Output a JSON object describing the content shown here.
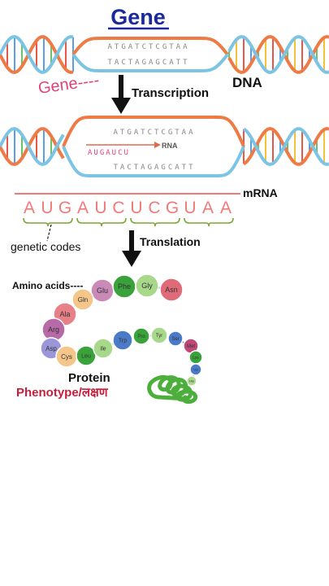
{
  "title": "Gene",
  "labels": {
    "gene": "Gene----",
    "dna": "DNA",
    "transcription": "Transcription",
    "rna": "RNA",
    "mrna": "mRNA",
    "genetic_codes": "genetic codes",
    "translation": "Translation",
    "amino_acids": "Amino acids----",
    "protein": "Protein",
    "phenotype": "Phenotype/लक्षण"
  },
  "dna_top_strand": "ATGATCTCGTAA",
  "dna_bottom_strand": "TACTAGAGCATT",
  "rna_partial": "AUGAUCU",
  "mrna_sequence": "AUGAUCUCGUAA",
  "codons": [
    "AUG",
    "AUC",
    "UCG",
    "UAA"
  ],
  "amino_acid_chain": [
    {
      "name": "Glu",
      "color": "#c98ab8"
    },
    {
      "name": "Phe",
      "color": "#3aa23a"
    },
    {
      "name": "Gly",
      "color": "#a8d88a"
    },
    {
      "name": "Asn",
      "color": "#e06a78"
    },
    {
      "name": "Gln",
      "color": "#f4c68a"
    },
    {
      "name": "Ala",
      "color": "#e88088"
    },
    {
      "name": "Arg",
      "color": "#b86aa8"
    },
    {
      "name": "Asp",
      "color": "#9a96d8"
    },
    {
      "name": "Cys",
      "color": "#f4c68a"
    },
    {
      "name": "Leu",
      "color": "#3aa23a"
    },
    {
      "name": "Ile",
      "color": "#a8d88a"
    },
    {
      "name": "Trp",
      "color": "#4a7ac8"
    },
    {
      "name": "Pro",
      "color": "#3aa23a"
    },
    {
      "name": "Tyr",
      "color": "#a8d88a"
    },
    {
      "name": "Ser",
      "color": "#4a7ac8"
    },
    {
      "name": "Met",
      "color": "#c04878"
    },
    {
      "name": "Lys",
      "color": "#3aa23a"
    },
    {
      "name": "Val",
      "color": "#4a7ac8"
    },
    {
      "name": "His",
      "color": "#a8d88a"
    }
  ],
  "colors": {
    "title": "#1a2a9a",
    "gene_label": "#e0427a",
    "phenotype": "#c81e3c",
    "mrna": "#f07a78",
    "codon_bracket": "#7aa832",
    "helix_orange": "#ee7a45",
    "helix_blue": "#7cc4e4"
  }
}
